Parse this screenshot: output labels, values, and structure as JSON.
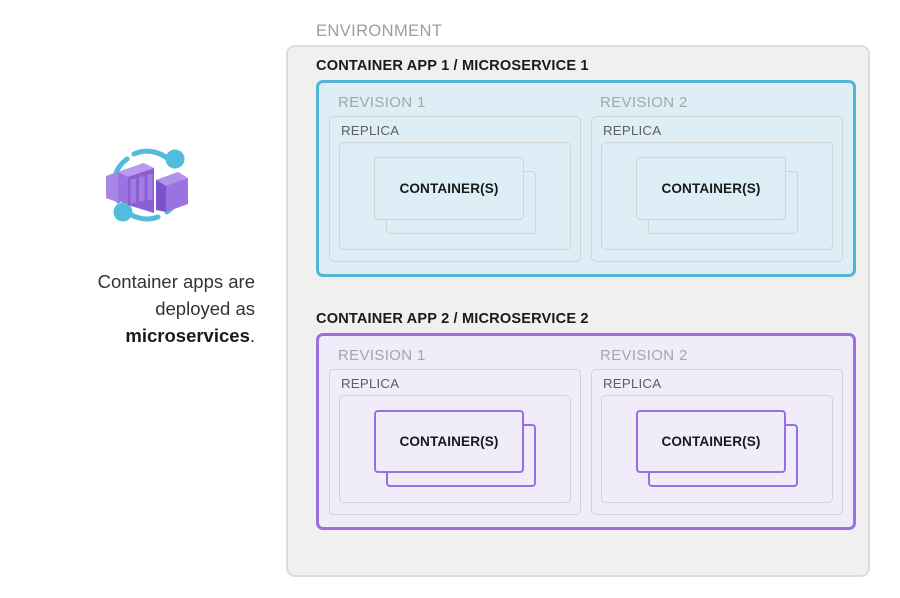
{
  "diagram": {
    "environment_label": "ENVIRONMENT",
    "caption": {
      "line1": "Container apps are",
      "line2": "deployed as",
      "line3_bold": "microservices",
      "line3_period": "."
    },
    "icon_name": "azure-container-apps-icon",
    "apps": [
      {
        "title": "CONTAINER APP 1 / MICROSERVICE 1",
        "accent": "#54b4d8",
        "fill": "#ddeef7",
        "revisions": [
          {
            "label": "REVISION 1",
            "replica_label": "REPLICA",
            "container_label": "CONTAINER(S)"
          },
          {
            "label": "REVISION 2",
            "replica_label": "REPLICA",
            "container_label": "CONTAINER(S)"
          }
        ]
      },
      {
        "title": "CONTAINER APP 2 / MICROSERVICE 2",
        "accent": "#9a6fe3",
        "fill": "#f0ecfa",
        "revisions": [
          {
            "label": "REVISION 1",
            "replica_label": "REPLICA",
            "container_label": "CONTAINER(S)"
          },
          {
            "label": "REVISION 2",
            "replica_label": "REPLICA",
            "container_label": "CONTAINER(S)"
          }
        ]
      }
    ],
    "colors": {
      "environment_fill": "#f0f0ee",
      "environment_border": "#dcdcda",
      "muted_text": "#a6a6a6",
      "box_border": "#d3d3d0",
      "icon_purple": "#8f64d9",
      "icon_teal": "#52bcdc"
    }
  }
}
